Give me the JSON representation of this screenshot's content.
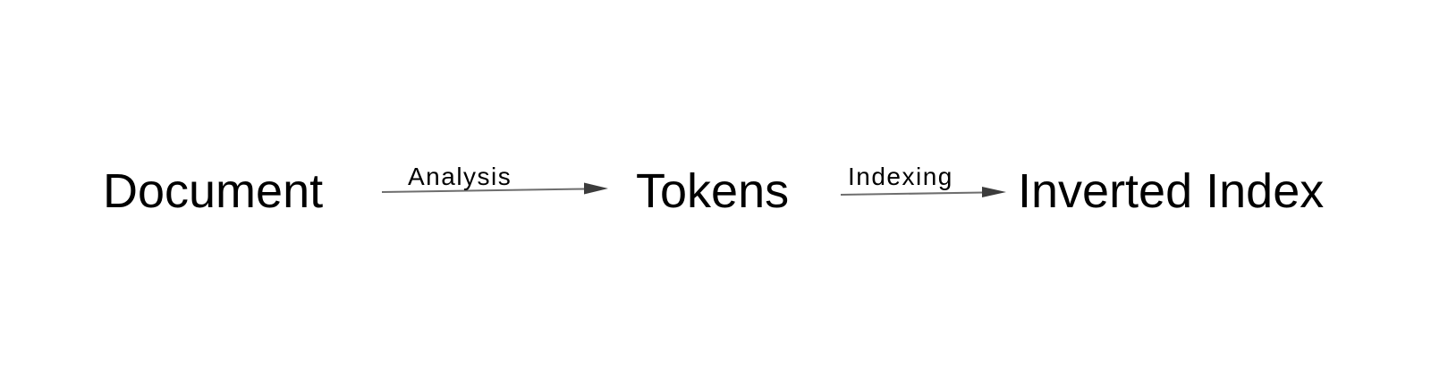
{
  "diagram": {
    "background_color": "#ffffff",
    "text_color": "#000000",
    "connector_line_color": "#6e6e6e",
    "connector_arrowhead_color": "#3c3c3c",
    "nodes": [
      {
        "id": "document",
        "label": "Document"
      },
      {
        "id": "tokens",
        "label": "Tokens"
      },
      {
        "id": "inverted-index",
        "label": "Inverted Index"
      }
    ],
    "connectors": [
      {
        "id": "analysis",
        "label": "Analysis",
        "from": "document",
        "to": "tokens",
        "direction": "right"
      },
      {
        "id": "indexing",
        "label": "Indexing",
        "from": "tokens",
        "to": "inverted-index",
        "direction": "right"
      }
    ]
  }
}
